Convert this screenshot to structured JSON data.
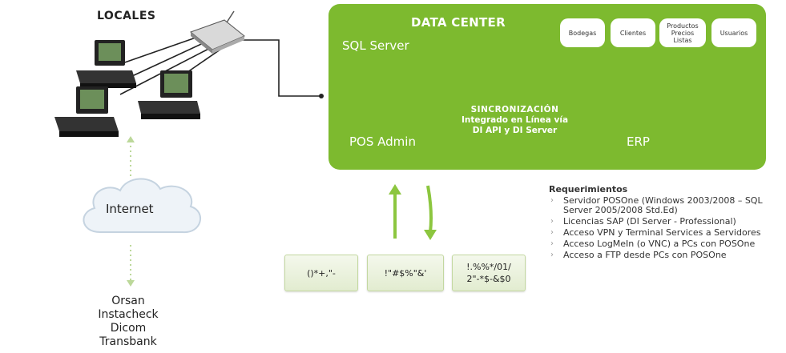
{
  "locales": {
    "title": "LOCALES"
  },
  "datacenter": {
    "title": "DATA CENTER",
    "sql_server": "SQL Server",
    "pos_admin": "POS Admin",
    "erp": "ERP",
    "pills": [
      "Bodegas",
      "Clientes",
      "Productos\nPrecios\nListas",
      "Usuarios"
    ],
    "sync": [
      "SINCRONIZACIÓN",
      "Integrado en Línea vía",
      "DI API y DI Server"
    ]
  },
  "boxes": [
    "()*+,\"-",
    "!\"#$%\"&'",
    "!.%%*/01/\n2\"-*$-&$0"
  ],
  "requirements": {
    "title": "Requerimientos",
    "items": [
      "Servidor POSOne (Windows 2003/2008 – SQL Server 2005/2008 Std.Ed)",
      "Licencias SAP (DI Server - Professional)",
      "Acceso VPN y Terminal Services a Servidores",
      "Acceso LogMeIn (o VNC) a PCs con POSOne",
      "Acceso a FTP desde PCs con POSOne"
    ]
  },
  "internet": {
    "label": "Internet"
  },
  "partners": [
    "Orsan",
    "Instacheck",
    "Dicom",
    "Transbank"
  ],
  "colors": {
    "green": "#7dba2f",
    "arrow_green": "#8cc63f",
    "dark": "#222222"
  }
}
